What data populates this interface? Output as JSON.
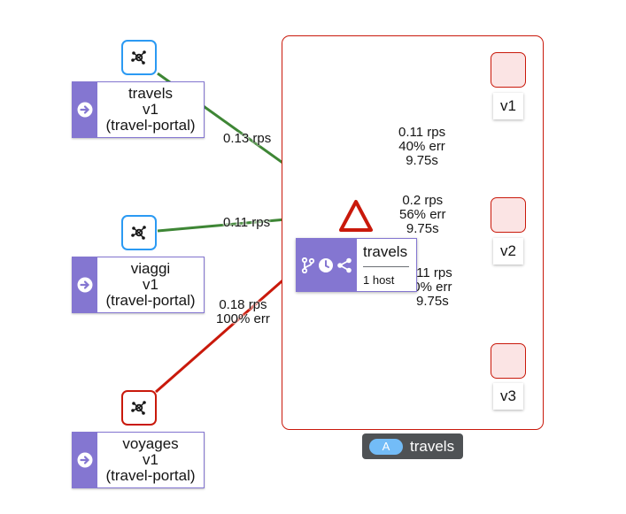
{
  "graph": {
    "colors": {
      "healthy_edge": "#3e8635",
      "failing_edge": "#c9190b",
      "workload_accent": "#8476d1",
      "node_ok_border": "#2b9af3",
      "node_error_border": "#c9190b",
      "version_node_fill": "#fbe4e4",
      "app_badge": "#73bcf7"
    },
    "sources": [
      {
        "name": "travels",
        "version": "v1",
        "namespace": "(travel-portal)",
        "status": "ok",
        "icon": "workload-hub-icon",
        "entry_icon": "arrow-right-circle-icon"
      },
      {
        "name": "viaggi",
        "version": "v1",
        "namespace": "(travel-portal)",
        "status": "ok",
        "icon": "workload-hub-icon",
        "entry_icon": "arrow-right-circle-icon"
      },
      {
        "name": "voyages",
        "version": "v1",
        "namespace": "(travel-portal)",
        "status": "error",
        "icon": "workload-hub-icon",
        "entry_icon": "arrow-right-circle-icon"
      }
    ],
    "source_edges": [
      {
        "rps": "0.13 rps",
        "status": "healthy"
      },
      {
        "rps": "0.11 rps",
        "status": "healthy"
      },
      {
        "rps": "0.18 rps",
        "err": "100% err",
        "status": "failing"
      }
    ],
    "service": {
      "name": "travels",
      "hosts": "1 host",
      "icons": [
        "branch-icon",
        "clock-icon",
        "share-icon"
      ],
      "status_icon": "warning-triangle-icon"
    },
    "versions": [
      {
        "label": "v1",
        "rps": "0.11 rps",
        "err": "40% err",
        "rt": "9.75s"
      },
      {
        "label": "v2",
        "rps": "0.2 rps",
        "err": "56% err",
        "rt": "9.75s"
      },
      {
        "label": "v3",
        "rps": ".11 rps",
        "err": "0% err",
        "rt": "9.75s"
      }
    ],
    "app_box": {
      "badge": "A",
      "name": "travels"
    }
  }
}
